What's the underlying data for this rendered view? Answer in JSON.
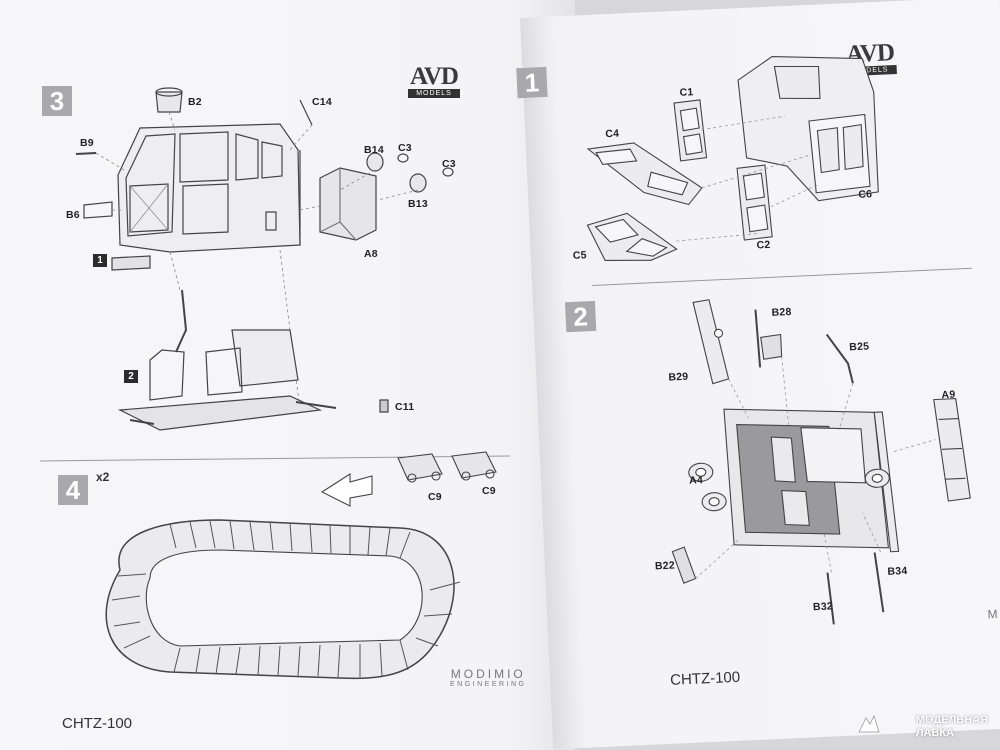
{
  "left_page": {
    "logo": {
      "main": "AVD",
      "sub": "MODELS"
    },
    "step3": {
      "number": "3",
      "sub_steps": [
        "1",
        "2"
      ],
      "labels": {
        "b2": "B2",
        "c14": "C14",
        "b9": "B9",
        "b14": "B14",
        "c3a": "C3",
        "c3b": "C3",
        "b13": "B13",
        "b6": "B6",
        "a8": "A8",
        "c11": "C11"
      }
    },
    "step4": {
      "number": "4",
      "multiplier": "x2",
      "labels": {
        "c9a": "C9",
        "c9b": "C9"
      }
    },
    "maker": {
      "main": "MODIMIO",
      "sub": "ENGINEERING"
    },
    "footer": "CHTZ-100"
  },
  "right_page": {
    "logo": {
      "main": "AVD",
      "sub": "MODELS"
    },
    "step1": {
      "number": "1",
      "labels": {
        "c1": "C1",
        "c4": "C4",
        "c6": "C6",
        "c5": "C5",
        "c2": "C2"
      }
    },
    "step2": {
      "number": "2",
      "labels": {
        "b28": "B28",
        "b25": "B25",
        "b29": "B29",
        "a9": "A9",
        "a4": "A4",
        "b22": "B22",
        "b34": "B34",
        "b32": "B32"
      }
    },
    "maker_partial": "MODIM",
    "footer": "CHTZ-100"
  },
  "watermark": {
    "line1": "МОДЕЛЬНАЯ",
    "line2": "ЛАВКА"
  }
}
